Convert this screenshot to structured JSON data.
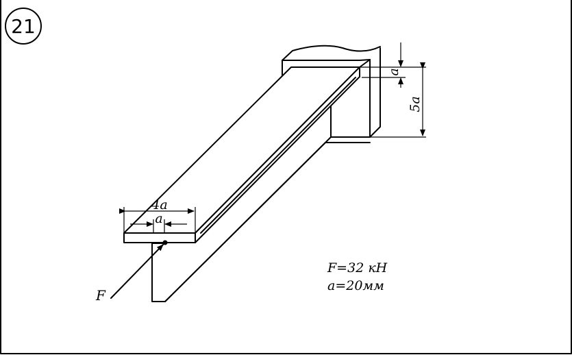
{
  "problem_number": "21",
  "labels": {
    "force_symbol": "F",
    "flange_width": "4a",
    "web_thickness": "a",
    "flange_thickness": "a",
    "section_height": "5a"
  },
  "given": {
    "force_value": "F=32 кН",
    "length_value": "a=20мм"
  }
}
